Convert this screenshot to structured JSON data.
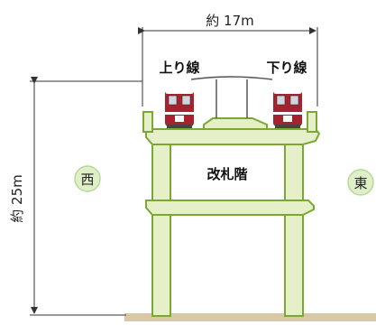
{
  "dimensions": {
    "width_label": "約 17m",
    "height_label": "約 25m"
  },
  "tracks": {
    "left_label": "上り線",
    "right_label": "下り線"
  },
  "floors": {
    "concourse_label": "改札階"
  },
  "directions": {
    "west": "西",
    "east": "東"
  },
  "colors": {
    "structure_fill": "#e6f0c8",
    "structure_stroke": "#7aa832",
    "badge_fill": "#dff0c8",
    "train_body": "#a5222e",
    "ground": "#d8c8a8",
    "dimension_line": "#333333"
  }
}
